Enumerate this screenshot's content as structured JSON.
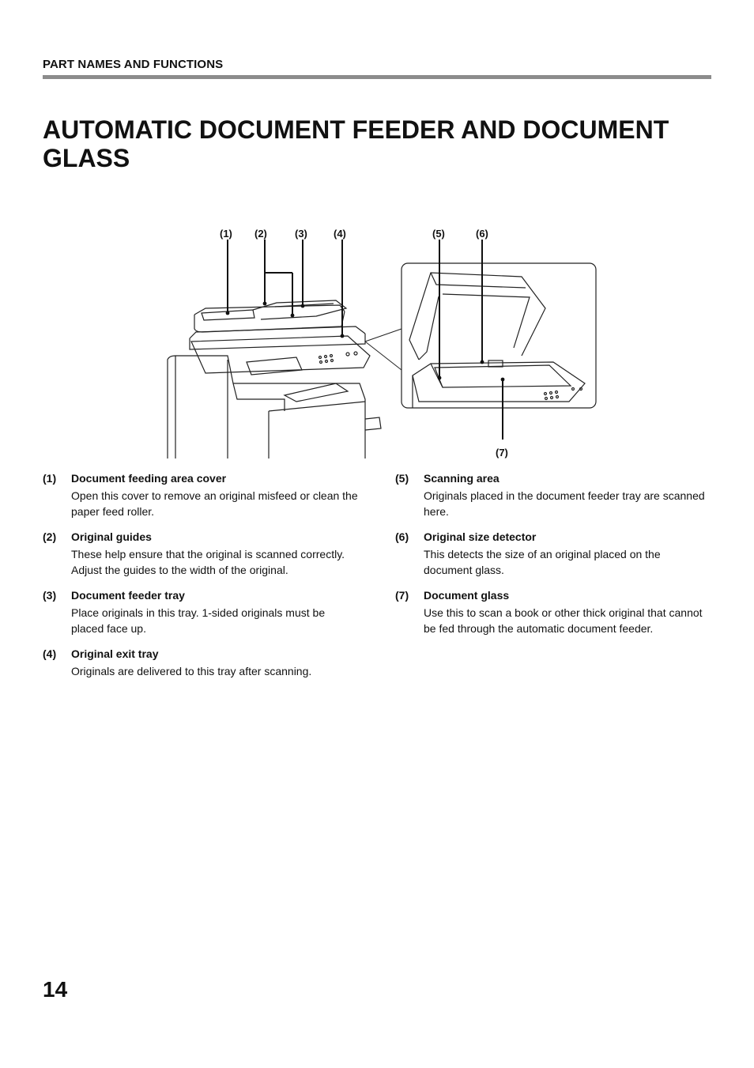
{
  "header": {
    "section": "PART NAMES AND FUNCTIONS"
  },
  "title": "AUTOMATIC DOCUMENT FEEDER AND DOCUMENT GLASS",
  "figure": {
    "callouts": [
      "(1)",
      "(2)",
      "(3)",
      "(4)",
      "(5)",
      "(6)",
      "(7)"
    ]
  },
  "parts_left": [
    {
      "num": "(1)",
      "name": "Document feeding area cover",
      "desc": "Open this cover to remove an original misfeed or clean the paper feed roller."
    },
    {
      "num": "(2)",
      "name": "Original guides",
      "desc": "These help ensure that the original is scanned correctly. Adjust the guides to the width of the original."
    },
    {
      "num": "(3)",
      "name": "Document feeder tray",
      "desc": "Place originals in this tray. 1-sided originals must be placed face up."
    },
    {
      "num": "(4)",
      "name": "Original exit tray",
      "desc": "Originals are delivered to this tray after scanning."
    }
  ],
  "parts_right": [
    {
      "num": "(5)",
      "name": "Scanning area",
      "desc": "Originals placed in the document feeder tray are scanned here."
    },
    {
      "num": "(6)",
      "name": "Original size detector",
      "desc": "This detects the size of an original placed on the document glass."
    },
    {
      "num": "(7)",
      "name": "Document glass",
      "desc": "Use this to scan a book or other thick original that cannot be fed through the automatic document feeder."
    }
  ],
  "page_number": "14"
}
